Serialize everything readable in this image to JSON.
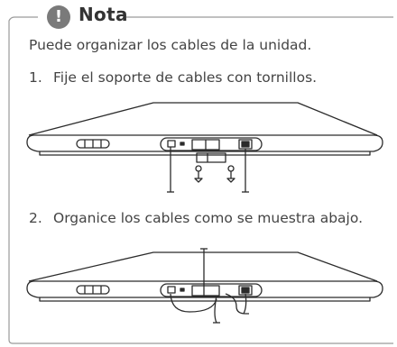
{
  "note": {
    "icon": "exclamation-icon",
    "icon_glyph": "!",
    "title": "Nota",
    "intro": "Puede organizar los cables de la unidad.",
    "steps": [
      {
        "number": "1.",
        "text": "Fije el soporte de cables con tornillos."
      },
      {
        "number": "2.",
        "text": "Organice los cables como se muestra abajo."
      }
    ]
  },
  "colors": {
    "frame": "#999999",
    "icon_bg": "#7a7a7a",
    "text": "#444444"
  }
}
